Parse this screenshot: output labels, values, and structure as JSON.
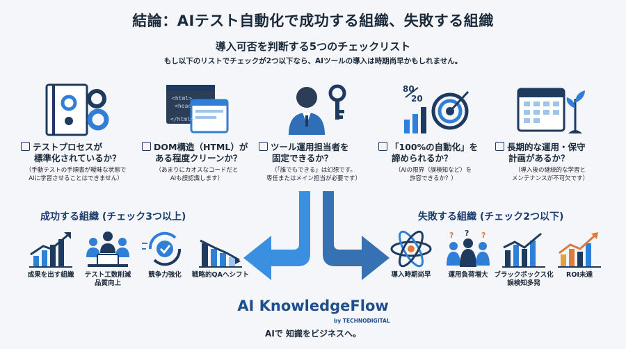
{
  "title": "結論：AIテスト自動化で成功する組織、失敗する組織",
  "subtitle": "導入可否を判断する5つのチェックリスト",
  "note": "もし以下のリストでチェックが2つ以下なら、AIツールの導入は時期尚早かもしれません。",
  "checklist": [
    {
      "icon": "process-book-gears-icon",
      "line1": "テストプロセスが",
      "line2": "標準化されているか？",
      "sub1": "（手動テストの手順書が曖昧な状態で",
      "sub2": "AIに学習させることはできません）"
    },
    {
      "icon": "html-code-window-icon",
      "line1": "DOM構造（HTML）が",
      "line2": "ある程度クリーンか？",
      "sub1": "（あまりにカオスなコードだと",
      "sub2": "AIも誤認識します）"
    },
    {
      "icon": "person-key-icon",
      "line1": "ツール運用担当者を",
      "line2": "固定できるか？",
      "sub1": "（「誰でもできる」は幻想です。",
      "sub2": "専任またはメイン担当が必要です）"
    },
    {
      "icon": "80-20-target-icon",
      "line1": "「100%の自動化」を",
      "line2": "諦められるか？",
      "sub1": "（AIの限界（誤検知など）を",
      "sub2": "許容できるか？）"
    },
    {
      "icon": "calendar-plant-icon",
      "line1": "長期的な運用・保守",
      "line2": "計画があるか？",
      "sub1": "（導入後の継続的な学習と",
      "sub2": "メンテナンスが不可欠です）"
    }
  ],
  "success": {
    "heading": "成功する組織 (チェック3つ以上)",
    "items": [
      {
        "icon": "growth-chart-icon",
        "label": "成果を出す組織"
      },
      {
        "icon": "team-meeting-icon",
        "label": "テスト工数削減\n品質向上"
      },
      {
        "icon": "competitive-check-icon",
        "label": "競争力強化"
      },
      {
        "icon": "qa-shift-chart-icon",
        "label": "戦略的QAへシフト"
      }
    ]
  },
  "failure": {
    "heading": "失敗する組織 (チェック2つ以下)",
    "items": [
      {
        "icon": "atom-icon",
        "label": "導入時期尚早"
      },
      {
        "icon": "confused-team-icon",
        "label": "運用負荷増大"
      },
      {
        "icon": "blackbox-chart-icon",
        "label": "ブラックボックス化\n誤検知多発"
      },
      {
        "icon": "roi-chart-icon",
        "label": "ROI未達"
      }
    ]
  },
  "brand": {
    "ai": "AI",
    "name": "KnowledgeFlow",
    "byline": "by TECHNODIGITAL",
    "tagline": "AIで 知識をビジネスへ。"
  },
  "colors": {
    "navy": "#1e3a5f",
    "blue": "#2f7fd6",
    "lightblue": "#5aa7ea",
    "orange": "#e07a3c",
    "gold": "#e2a13a"
  }
}
